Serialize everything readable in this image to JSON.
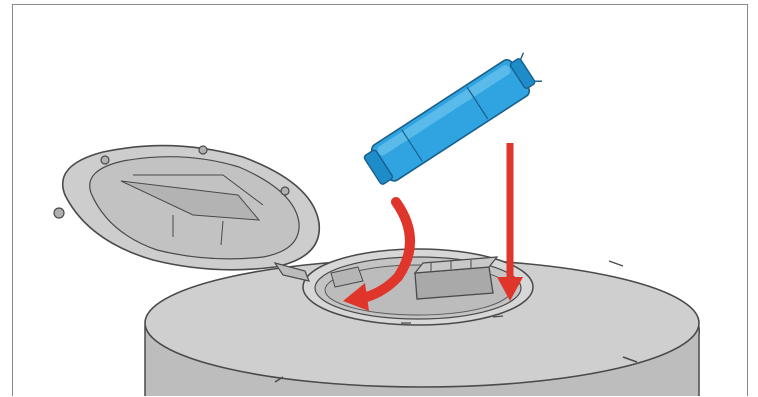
{
  "figure": {
    "subject": "cartridge-insertion-illustration",
    "colors": {
      "housing_fill": "#cfcfcf",
      "housing_shadow": "#b9b9b9",
      "housing_stroke": "#4a4a4a",
      "cartridge_fill": "#2fa4e0",
      "cartridge_dark": "#1476b2",
      "arrow": "#e0352a",
      "frame_border": "#8a8a8a"
    },
    "icons": [
      "filter-cartridge-icon",
      "curved-red-arrow",
      "straight-red-arrow"
    ]
  }
}
